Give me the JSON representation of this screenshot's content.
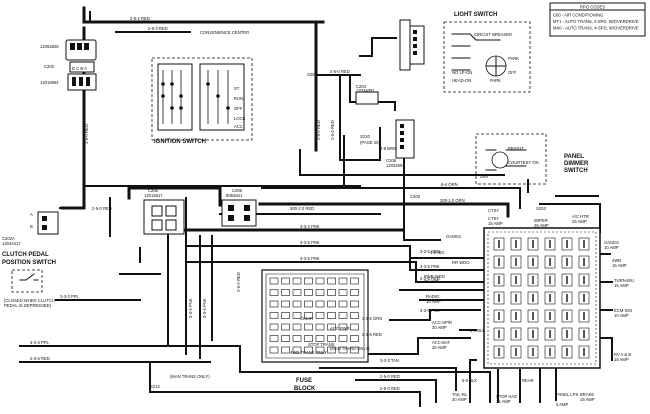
{
  "colors": {
    "background": "#ffffff",
    "ink": "#111111"
  },
  "legend": {
    "header": "RPO CODES",
    "lines": [
      "C60 - AIR CONDITIONING",
      "MT1 - AUTO TRANS, 4-SPD, W/OVERDRIVE",
      "MX0 - AUTO TRANS, 4-SPD, W/OVERDRIVE"
    ]
  },
  "titles": {
    "light_switch": "LIGHT SWITCH",
    "ignition_switch": "IGNITION SWITCH",
    "clutch_line1": "CLUTCH PEDAL",
    "clutch_line2": "POSITION SWITCH",
    "fuse_line1": "FUSE",
    "fuse_line2": "BLOCK",
    "panel_line1": "PANEL",
    "panel_line2": "DIMMER",
    "panel_line3": "SWITCH"
  },
  "connectors": {
    "c202": "C202",
    "c202_a": "12052825",
    "c202_b": "12015964",
    "c202_pins": "D C B A",
    "c203": "C203",
    "c204": "C204",
    "c204_num": "12034091",
    "c205": "C205",
    "c205_num": "12015817",
    "c206": "C206",
    "c206_num": "8054841",
    "c206a": "C206",
    "c206a_num": "12034091",
    "c202a": "C202A",
    "c202a_num": "12034417",
    "s201": "S201",
    "s210": "S210",
    "s210_page": "(PAGE 26)",
    "s203": "S203",
    "s212": "S212"
  },
  "wires": {
    "w1": "2-5-3 RED",
    "w2": "2-5-2 RED",
    "conv": "CONVENIENCE CENTER",
    "w3": "2-5-0 RED",
    "w4": "2-5-0 RED",
    "w5": "2-5-0 RED",
    "w6": "2-5-0 RED",
    "w7": "2-5-0 RED",
    "w8": "2-5-0 RED",
    "w9": "2-5-0 RED",
    "w10": "2-5-0 RED",
    "orn1": ".8-4 ORN",
    "orn2": "300-2.0 ORN",
    "red2": "300-2.0 RED",
    "brn": "4-5 BRN",
    "pnk1": "3-3-3 PNK",
    "pnk2": "3-3-5 PNK",
    "pnk3": "3-3-5 PNK",
    "pnk4": "3-3-5 PNK",
    "pnk5": "3-3-5 PNK",
    "pnk6": "3-3-5 PNK",
    "grn1": "3-3-5 GRN",
    "grn2": "3-3-5 GRN",
    "red3": "2-3-5 RED",
    "red4": "2-3-5 RED",
    "ppl1": "3-3-3 PPL",
    "ppl2": "3-3-3 PPL",
    "tan": "3-3-3 TAN",
    "red5": "2-3-5 RED",
    "pnk7": "3-3-5 PNK",
    "sig": "4-5 SIG",
    "blk1": "5-0 BLK",
    "blk2": "5-0 BLK",
    "manual": "(MAN TRANS ONLY)",
    "clutch_note1": "(CLOSED WHEN CLUTCH",
    "clutch_note2": "PEDAL IS DEPRESSED)",
    "man_trans2": "(MAN TRANS ONLY)"
  },
  "light_switch_labels": {
    "cb": "CIRCUIT BREAKER",
    "park": "PARK",
    "off": "OFF",
    "nolp": "NO LP-ON",
    "headon": "HEAD-ON",
    "parkb": "PARK"
  },
  "ignition_labels": [
    "ST",
    "RUN",
    "OFF",
    "LOCK",
    "ACC"
  ],
  "panel_labels": {
    "bright": "BRIGHT",
    "courtesy": "COURTESY ON",
    "dim": "DIM"
  },
  "fuse_labels": {
    "ctsy_top": "CTSY",
    "ctsy_top_amp": "15 AMP",
    "ac_htr": "A/C HTR",
    "ac_htr_amp": "25 AMP",
    "wiper": "WIPER",
    "wiper_amp": "25 AMP",
    "gages_top": "GAGES",
    "gages_amp": "10 AMP",
    "awd": "4WD",
    "awd_amp": "15 AMP",
    "turn": "TURN-B/U",
    "turn_amp": "15 AMP",
    "ecm": "ECM-IGN",
    "ecm_amp": "10 AMP",
    "rvab": "RV A & B",
    "rvab_amp": "15 AMP",
    "brake": "BRAKE",
    "brake_amp": "15 AMP",
    "panel_lps": "PANEL LPS",
    "panel_amp": "5 AMP",
    "rear": "REAR",
    "stop": "STOP HAZ",
    "stop_amp": "15 AMP",
    "tail": "TAIL-RL",
    "tail_amp": "20 AMP",
    "acc_sp": "ACC-SP/R",
    "acc_sp_amp": "20 AMP",
    "acc_bat": "ACC-BAT",
    "acc_bat_amp": "20 AMP",
    "radio": "RADIO",
    "radio_amp": "10 AMP",
    "pwr_wdo": "PWR WDO",
    "pwr_amp": "30 AMP",
    "gages": "GAGES",
    "rr_wdo": "RR WDO",
    "ctsy_mid": "CTSY",
    "cigar": "CIGAR",
    "acc_pwr": "ACC PWR",
    "stop_trans": "STOP TRANS",
    "trans_bottom": "4WD TRANS ONLY"
  }
}
